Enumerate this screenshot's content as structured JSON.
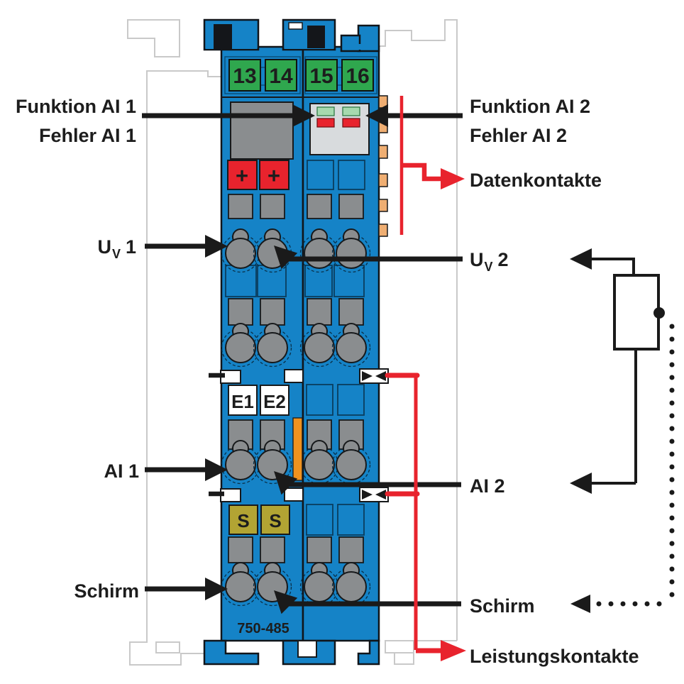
{
  "module": {
    "part_number": "750-485",
    "terminal_numbers": [
      "13",
      "14",
      "15",
      "16"
    ],
    "plus_markings": [
      "+",
      "+"
    ],
    "input_markings": [
      "E1",
      "E2"
    ],
    "shield_markings": [
      "S",
      "S"
    ]
  },
  "callouts": {
    "left": {
      "funktion_ai_1": "Funktion AI 1",
      "fehler_ai_1": "Fehler AI 1",
      "uv_1": {
        "u": "U",
        "sub": "V",
        "num": "1"
      },
      "ai_1": "AI 1",
      "schirm": "Schirm"
    },
    "right": {
      "funktion_ai_2": "Funktion AI 2",
      "fehler_ai_2": "Fehler AI 2",
      "datenkontakte": "Datenkontakte",
      "uv_2": {
        "u": "U",
        "sub": "V",
        "num": "2"
      },
      "ai_2": "AI 2",
      "schirm": "Schirm",
      "leistungskontakte": "Leistungskontakte"
    }
  },
  "leds": {
    "function_color": "#a6d9ae",
    "error_color": "#e8232d"
  },
  "colors": {
    "module_blue": "#1583c7",
    "terminal_green": "#2fa74e",
    "marker_red": "#e8232d",
    "shield_olive": "#b2a433",
    "contact_orange": "#efae72",
    "strip_orange": "#f0921e",
    "part_gray": "#8a8d8f",
    "panel_gray": "#d8dbdd",
    "rail_outline_gray": "#c9c9c9",
    "line_black": "#1a1a1a"
  }
}
